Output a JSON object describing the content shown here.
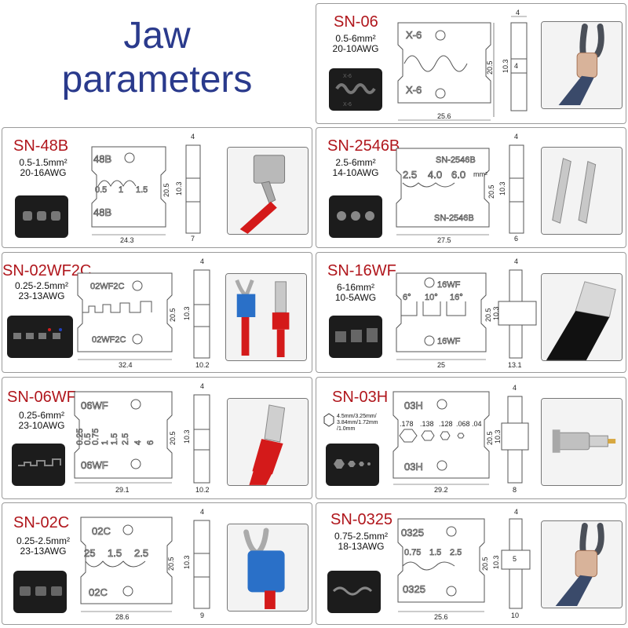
{
  "title": {
    "line1": "Jaw",
    "line2": "parameters"
  },
  "panels": [
    {
      "id": "sn-06",
      "model": "SN-06",
      "range_mm": "0.5-6mm²",
      "awg": "20-10AWG",
      "die_labels": {
        "top": "X-6",
        "bottom": "X-6"
      },
      "dims": {
        "width": "25.6",
        "height": "20.5",
        "thickness_top": "4",
        "center": "10.3",
        "slot": "4",
        "base": ""
      }
    },
    {
      "id": "sn-48b",
      "model": "SN-48B",
      "range_mm": "0.5-1.5mm²",
      "awg": "20-16AWG",
      "die_labels": {
        "top": "48B",
        "bottom": "48B"
      },
      "sizes": [
        "0.5",
        "1",
        "1.5"
      ],
      "dims": {
        "width": "24.3",
        "height": "20.5",
        "thickness_top": "4",
        "center": "10.3",
        "base": "7"
      }
    },
    {
      "id": "sn-2546b",
      "model": "SN-2546B",
      "range_mm": "2.5-6mm²",
      "awg": "14-10AWG",
      "die_labels": {
        "top": "SN-2546B",
        "bottom": "SN-2546B"
      },
      "sizes": [
        "2.5",
        "4.0",
        "6.0"
      ],
      "unit": "mm²",
      "dims": {
        "width": "27.5",
        "height": "20.5",
        "thickness_top": "4",
        "center": "10.3",
        "base": "6"
      }
    },
    {
      "id": "sn-02wf2c",
      "model": "SN-02WF2C",
      "range_mm": "0.25-2.5mm²",
      "awg": "23-13AWG",
      "die_labels": {
        "top": "02WF2C",
        "bottom": "02WF2C"
      },
      "dims": {
        "width": "32.4",
        "height": "20.5",
        "thickness_top": "4",
        "center": "10.3",
        "base": "10.2"
      }
    },
    {
      "id": "sn-16wf",
      "model": "SN-16WF",
      "range_mm": "6-16mm²",
      "awg": "10-5AWG",
      "die_labels": {
        "top": "16WF",
        "bottom": "16WF"
      },
      "sizes": [
        "6°",
        "10°",
        "16°"
      ],
      "dims": {
        "width": "25",
        "height": "20.5",
        "thickness_top": "4",
        "center": "10.3",
        "base": "13.1"
      }
    },
    {
      "id": "sn-06wf",
      "model": "SN-06WF",
      "range_mm": "0.25-6mm²",
      "awg": "23-10AWG",
      "die_labels": {
        "top": "06WF",
        "bottom": "06WF"
      },
      "sizes": [
        "0.25",
        "0.5",
        "0.75",
        "1",
        "1.5",
        "2.5",
        "4",
        "6"
      ],
      "dims": {
        "width": "29.1",
        "height": "20.5",
        "thickness_top": "4",
        "center": "10.3",
        "base": "10.2"
      }
    },
    {
      "id": "sn-03h",
      "model": "SN-03H",
      "hex_sizes": [
        "4.5mm/3.25mm/",
        "3.84mm/1.72mm",
        "/1.0mm"
      ],
      "die_labels": {
        "top": "03H",
        "bottom": "03H"
      },
      "sizes": [
        ".178",
        ".138",
        ".128",
        ".068",
        ".04"
      ],
      "dims": {
        "width": "29.2",
        "height": "20.5",
        "thickness_top": "4",
        "center": "10.3",
        "base": "8"
      }
    },
    {
      "id": "sn-02c",
      "model": "SN-02C",
      "range_mm": "0.25-2.5mm²",
      "awg": "23-13AWG",
      "die_labels": {
        "top": "02C",
        "bottom": "02C"
      },
      "sizes": [
        "25",
        "1.5",
        "2.5"
      ],
      "dims": {
        "width": "28.6",
        "height": "20.5",
        "thickness_top": "4",
        "center": "10.3",
        "base": "9"
      }
    },
    {
      "id": "sn-0325",
      "model": "SN-0325",
      "range_mm": "0.75-2.5mm²",
      "awg": "18-13AWG",
      "die_labels": {
        "top": "0325",
        "bottom": "0325"
      },
      "sizes": [
        "0.75",
        "1.5",
        "2.5"
      ],
      "dims": {
        "width": "25.6",
        "height": "20.5",
        "thickness_top": "4",
        "center": "10.3",
        "slot": "5",
        "base": "10"
      }
    }
  ],
  "colors": {
    "title": "#2a3a8c",
    "model": "#b0161c",
    "die": "#1c1c1c",
    "border": "#9a9a9a"
  }
}
